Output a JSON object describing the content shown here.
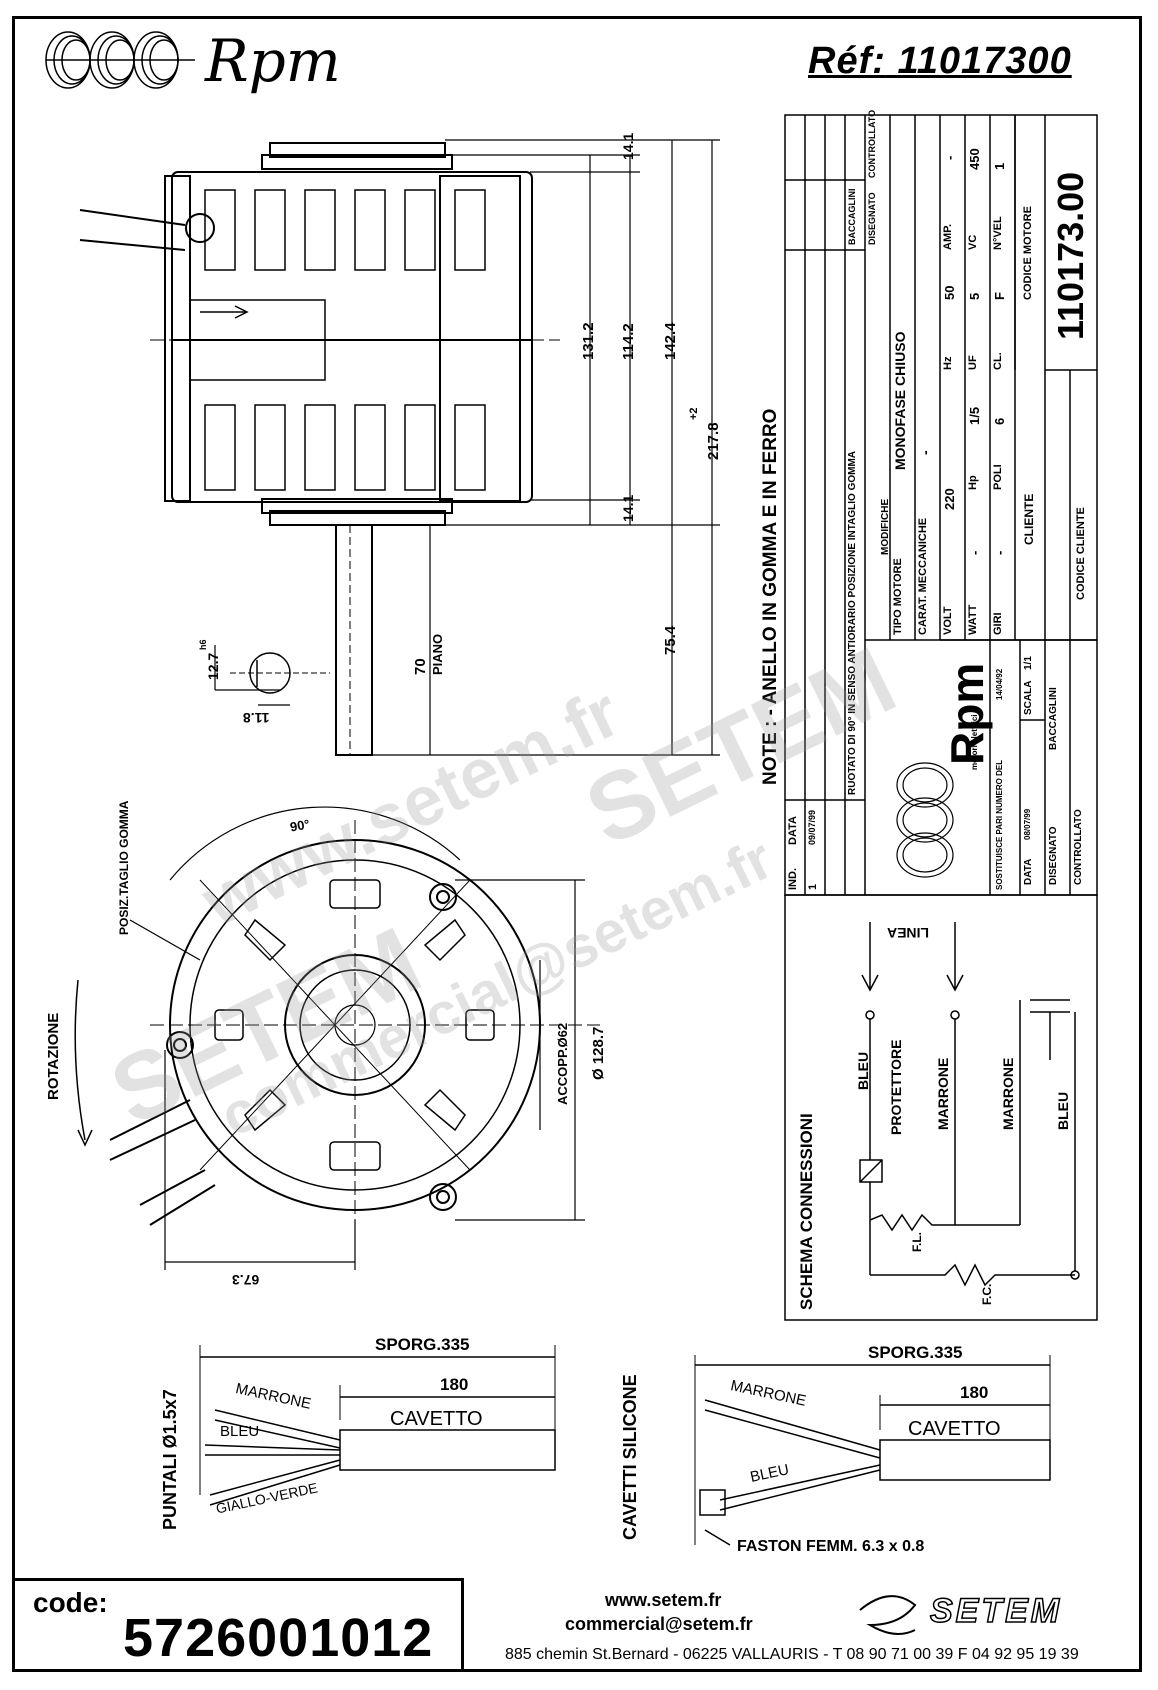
{
  "header": {
    "brand": "Rpm",
    "reference_label": "Réf:",
    "reference_value": "11017300"
  },
  "drawing": {
    "side_view": {
      "dims": [
        "131.2",
        "114.2",
        "142.4",
        "217.8",
        "+2",
        "14.1",
        "14.1"
      ],
      "shaft_len": "70",
      "shaft_flat": "PIANO",
      "shaft_total": "75.4",
      "shaft_dia": "12.7",
      "shaft_tol": "h6",
      "shaft_flat_dim": "11.8"
    },
    "note": "NOTE :   - ANELLO IN GOMMA E IN FERRO",
    "front_view": {
      "angle": "90°",
      "cut_position": "POSIZ.TAGLIO GOMMA",
      "rotation": "ROTAZIONE",
      "coupling": "ACCOPP.Ø62",
      "diameter": "Ø 128.7",
      "offset": "67.3"
    }
  },
  "title_block": {
    "mod_header": [
      "IND.",
      "DATA",
      "MODIFICHE",
      "DISEGNATO",
      "CONTROLLATO"
    ],
    "mod_row": [
      "1",
      "09/07/99",
      "RUOTATO DI 90° IN SENSO ANTIORARIO POSIZIONE INTAGLIO GOMMA",
      "BACCAGLINI",
      ""
    ],
    "tipo_motore_label": "TIPO MOTORE",
    "tipo_motore": "MONOFASE CHIUSO",
    "carat_label": "CARAT. MECCANICHE",
    "carat": "-",
    "volt_label": "VOLT",
    "volt": "220",
    "hz_label": "Hz",
    "hz": "50",
    "amp_label": "AMP.",
    "amp": "-",
    "watt_label": "WATT",
    "watt": "-",
    "hp_label": "Hp",
    "hp": "1/5",
    "uf_label": "UF",
    "uf": "5",
    "vc_label": "VC",
    "vc": "450",
    "giri_label": "GIRI",
    "giri": "-",
    "poli_label": "POLI",
    "poli": "6",
    "cl_label": "CL.",
    "cl": "F",
    "nvel_label": "N°VEL",
    "nvel": "1",
    "cliente_label": "CLIENTE",
    "codice_motore_label": "CODICE MOTORE",
    "codice_motore": "110173.00",
    "codice_cliente_label": "CODICE CLIENTE",
    "brand": "Rpm",
    "brand_sub": "motori elettrici",
    "sost_label": "SOSTITUISCE PARI NUMERO DEL",
    "sost_date": "14/04/92",
    "data_label": "DATA",
    "data": "08/07/99",
    "scala_label": "SCALA",
    "scala": "1/1",
    "disegnato_label": "DISEGNATO",
    "disegnato": "BACCAGLINI",
    "controllato_label": "CONTROLLATO"
  },
  "schema": {
    "title": "SCHEMA CONNESSIONI",
    "linea": "LINEA",
    "bleu": "BLEU",
    "protettore": "PROTETTORE",
    "marrone1": "MARRONE",
    "marrone2": "MARRONE",
    "bleu2": "BLEU",
    "fl": "F.L.",
    "fc": "F.C."
  },
  "cables": {
    "left_title": "PUNTALI  Ø1.5x7",
    "sporg1": "SPORG.335",
    "len1": "180",
    "cavetto1": "CAVETTO",
    "marrone_l": "MARRONE",
    "bleu_l": "BLEU",
    "giallo": "GIALLO-VERDE",
    "right_title": "CAVETTI SILICONE",
    "sporg2": "SPORG.335",
    "len2": "180",
    "cavetto2": "CAVETTO",
    "marrone_r": "MARRONE",
    "bleu_r": "BLEU",
    "faston": "FASTON FEMM. 6.3 x 0.8"
  },
  "watermark": {
    "url": "www.setem.fr",
    "brand": "SETEM",
    "mail": "commercial@setem.fr"
  },
  "footer": {
    "code_label": "code:",
    "code_value": "5726001012",
    "website": "www.setem.fr",
    "email": "commercial@setem.fr",
    "company": "SETEM",
    "address": "885 chemin St.Bernard  -  06225 VALLAURIS  -  T 08 90 71 00 39  F 04 92 95 19 39"
  }
}
